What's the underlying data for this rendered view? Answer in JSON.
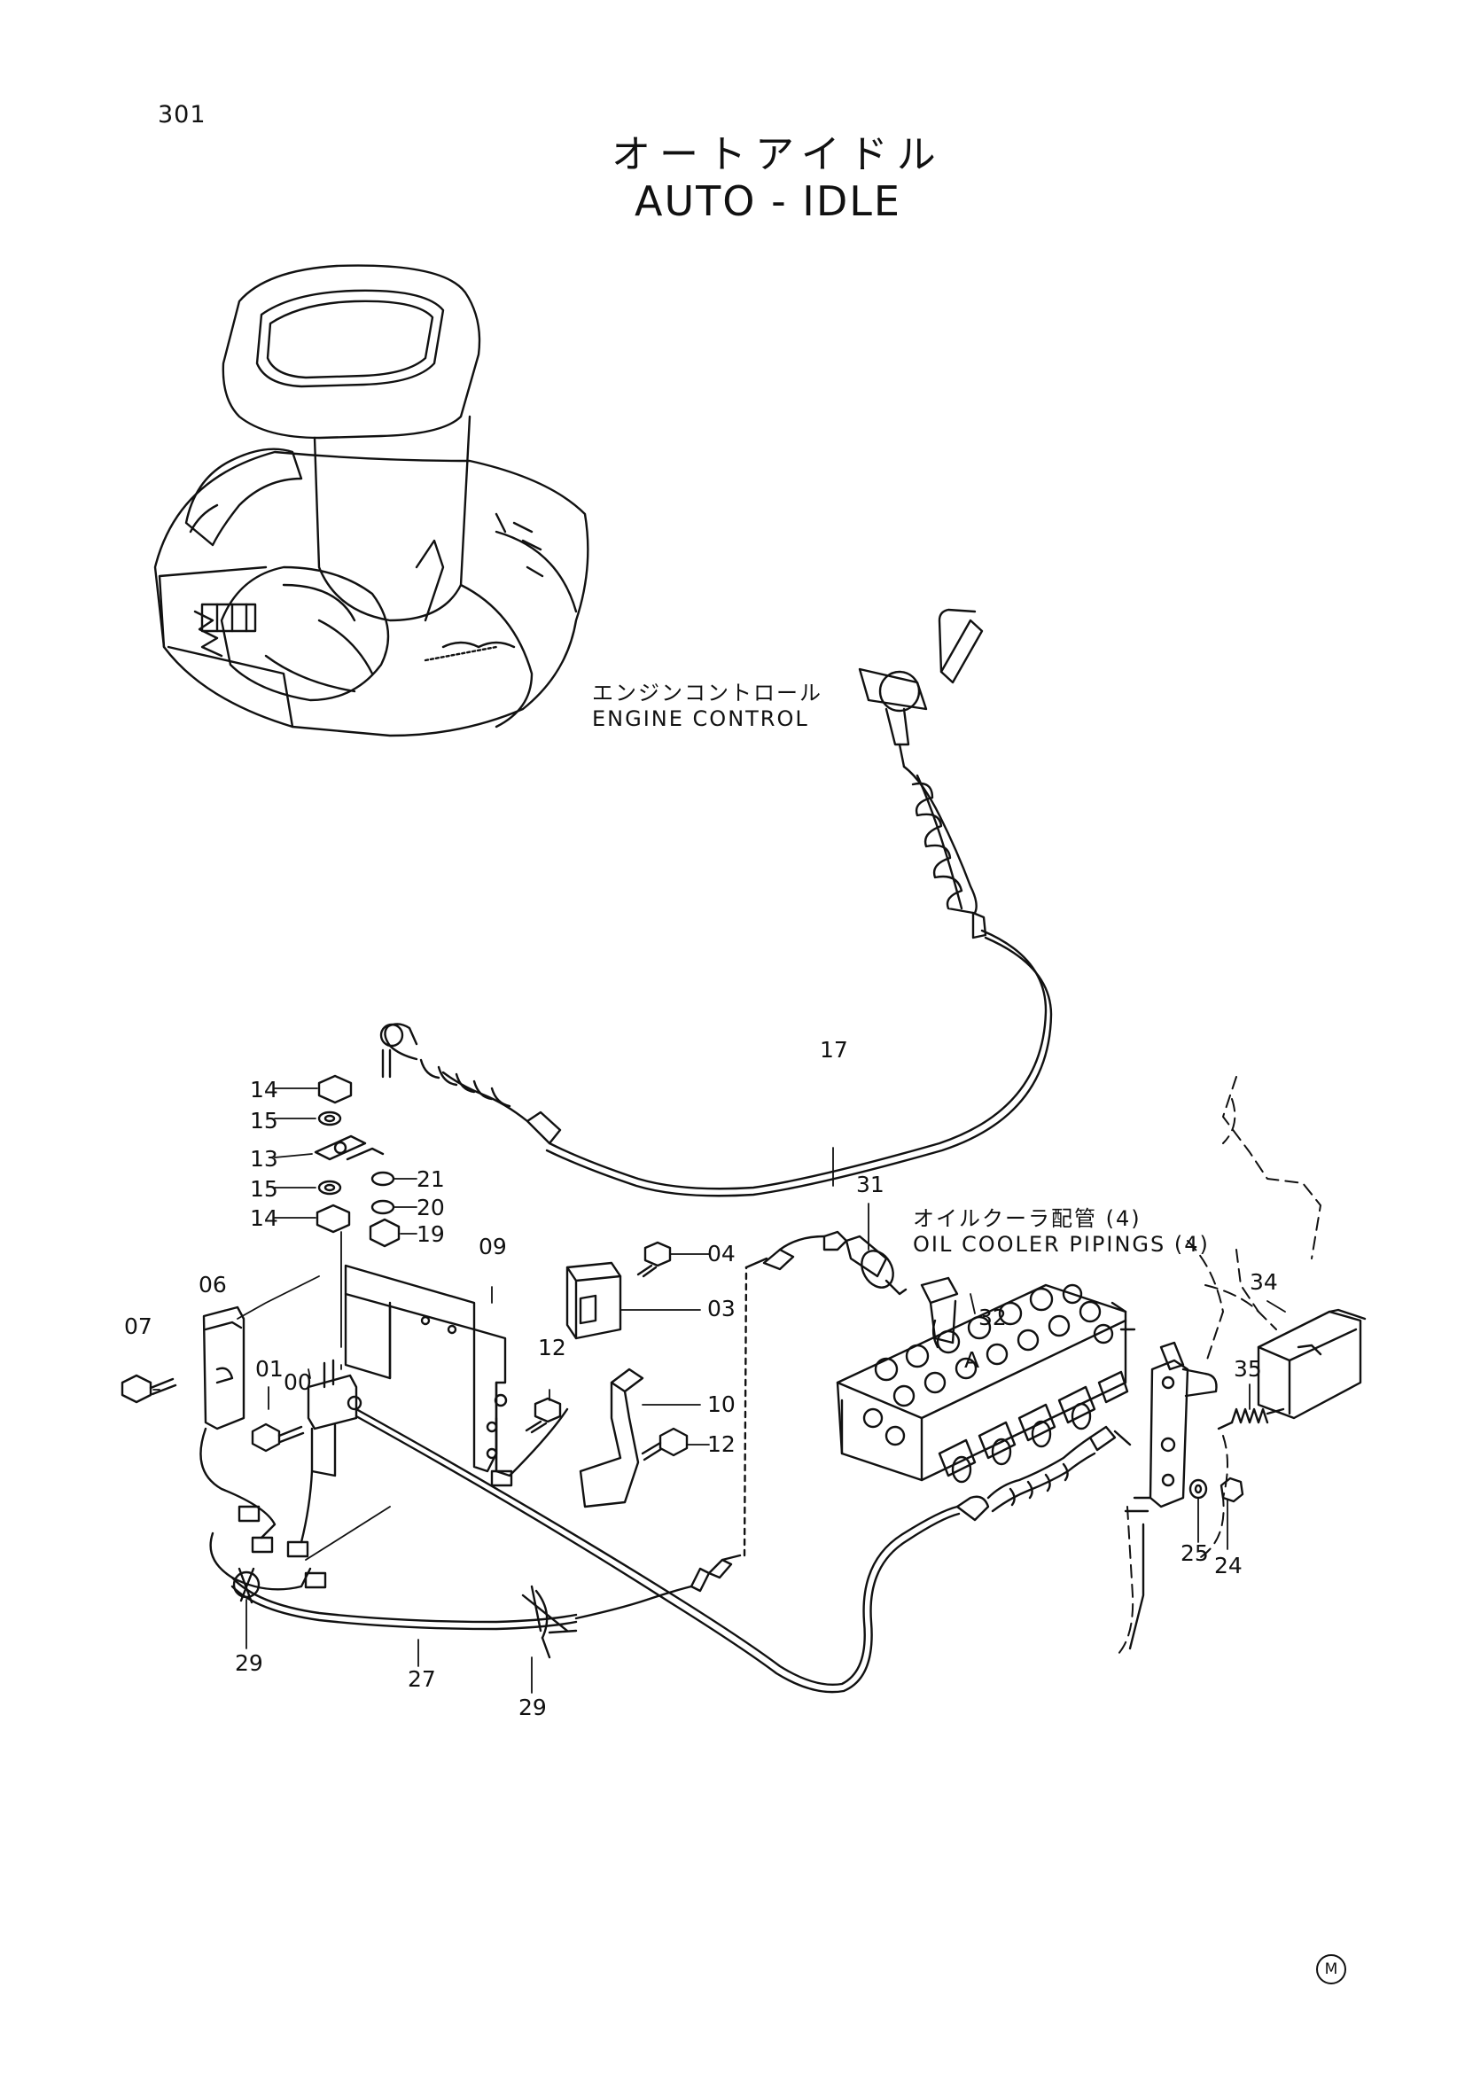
{
  "page": {
    "number": "301"
  },
  "title": {
    "japanese": "オートアイドル",
    "english": "AUTO - IDLE"
  },
  "notes": {
    "engine_control_jp": "エンジンコントロール",
    "engine_control_en": "ENGINE CONTROL",
    "oil_cooler_jp": "オイルクーラ配管 (4)",
    "oil_cooler_en": "OIL COOLER PIPINGS (4)",
    "view_a": "A"
  },
  "callouts": [
    "00",
    "01",
    "03",
    "04",
    "06",
    "07",
    "09",
    "10",
    "12",
    "12",
    "13",
    "14",
    "14",
    "15",
    "15",
    "17",
    "19",
    "20",
    "21",
    "24",
    "25",
    "27",
    "29",
    "29",
    "31",
    "32",
    "34",
    "35"
  ],
  "footer": {
    "mark": "M"
  }
}
